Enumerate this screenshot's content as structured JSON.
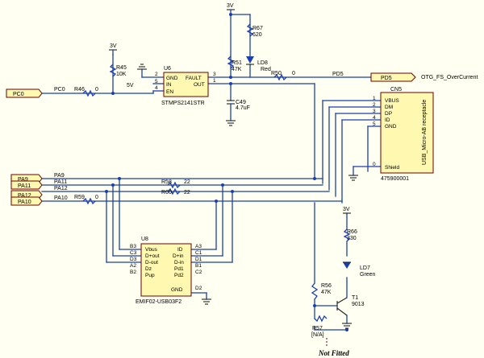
{
  "parts": {
    "u6": {
      "ref": "U6",
      "value": "STMPS2141STR",
      "pins": {
        "gnd": "GND",
        "fault": "FAULT",
        "in": "IN",
        "en": "EN",
        "out": "OUT"
      },
      "pin_numbers": {
        "gnd": "2",
        "in": "5",
        "en": "4",
        "fault": "3",
        "out": "1"
      }
    },
    "u8": {
      "ref": "U8",
      "value": "EMIF02-USB03F2",
      "pins": {
        "vbus": "Vbus",
        "dout_p": "D+out",
        "dout_m": "D-out",
        "dz": "Dz",
        "pup": "Pup",
        "id": "ID",
        "din_p": "D+in",
        "din_m": "D-in",
        "pd1": "Pd1",
        "pd2": "Pd2",
        "gnd": "GND"
      },
      "ball_left": [
        "B3",
        "C3",
        "D3",
        "A2",
        "B2"
      ],
      "ball_right": [
        "A3",
        "C1",
        "D1",
        "B1",
        "C2",
        "D2"
      ]
    },
    "cn5": {
      "ref": "CN5",
      "value": "475900001",
      "body_label": "USB_Micro-AB receptacle",
      "pins": [
        "VBUS",
        "DM",
        "DP",
        "ID",
        "GND"
      ],
      "pin_numbers": [
        "1",
        "2",
        "3",
        "4",
        "5"
      ],
      "shield": "Shield",
      "shield_pin": "0"
    },
    "r45": {
      "ref": "R45",
      "value": "10K"
    },
    "r46": {
      "ref": "R46",
      "value": "0"
    },
    "r51": {
      "ref": "R51",
      "value": "47K"
    },
    "r67": {
      "ref": "R67",
      "value": "620"
    },
    "r50": {
      "ref": "R50",
      "value": "0"
    },
    "r58": {
      "ref": "R58",
      "value": "22"
    },
    "r60": {
      "ref": "R60",
      "value": "22"
    },
    "r59": {
      "ref": "R59",
      "value": "0"
    },
    "r66": {
      "ref": "R66",
      "value": "330"
    },
    "r56": {
      "ref": "R56",
      "value": "47K"
    },
    "r57": {
      "ref": "R57",
      "value": "[N/A]"
    },
    "c49": {
      "ref": "C49",
      "value": "4.7uF"
    },
    "ld8": {
      "ref": "LD8",
      "value": "Red"
    },
    "ld7": {
      "ref": "LD7",
      "value": "Green"
    },
    "t1": {
      "ref": "T1",
      "value": "9013"
    }
  },
  "rails": {
    "v3": "3V",
    "v5": "5V"
  },
  "ports": {
    "pc0": "PC0",
    "pd5": "PD5",
    "pa9": "PA9",
    "pa11": "PA11",
    "pa12": "PA12",
    "pa10": "PA10"
  },
  "nets": {
    "pc0": "PC0",
    "pd5": "PD5",
    "otg": "OTG_FS_OverCurrent",
    "pa9": "PA9",
    "pa11": "PA11",
    "pa12": "PA12",
    "pa10": "PA10"
  },
  "pin_labels": {
    "one": "1",
    "two": "2",
    "three": "3",
    "zero": "0"
  },
  "note": "Not Fitted"
}
